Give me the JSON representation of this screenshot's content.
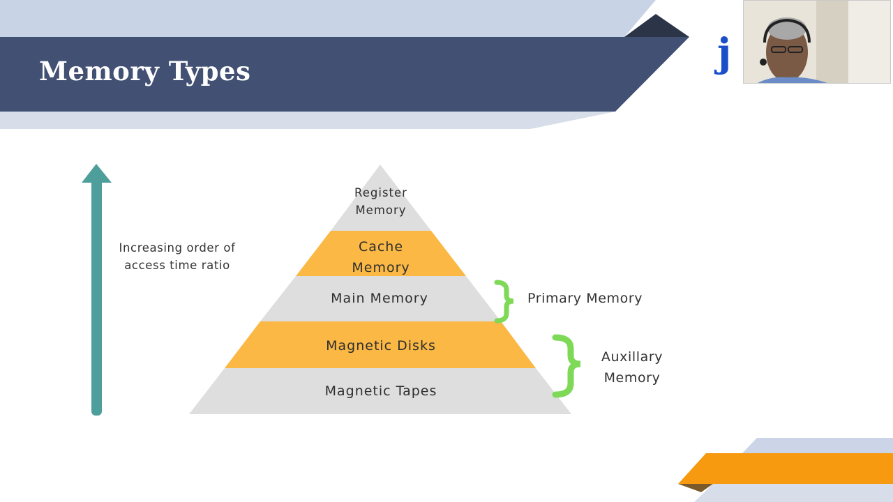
{
  "slide": {
    "title": "Memory Types"
  },
  "arrow": {
    "label": "Increasing order of\naccess time ratio",
    "color": "#4e9e9c"
  },
  "pyramid": {
    "levels": [
      {
        "label": "Register\nMemory"
      },
      {
        "label": "Cache\nMemory"
      },
      {
        "label": "Main Memory"
      },
      {
        "label": "Magnetic Disks"
      },
      {
        "label": "Magnetic Tapes"
      }
    ],
    "colors": {
      "grey": "#dedede",
      "orange": "#fbb844"
    }
  },
  "groups": {
    "primary": {
      "label": "Primary Memory"
    },
    "auxiliary": {
      "label": "Auxillary\nMemory"
    },
    "brace_color": "#7ed957"
  },
  "logo": {
    "text": "j"
  },
  "colors": {
    "banner": "#415073",
    "banner_light": "#c9d3e6",
    "banner_dark": "#2c3548",
    "accent_orange": "#f79a10"
  }
}
